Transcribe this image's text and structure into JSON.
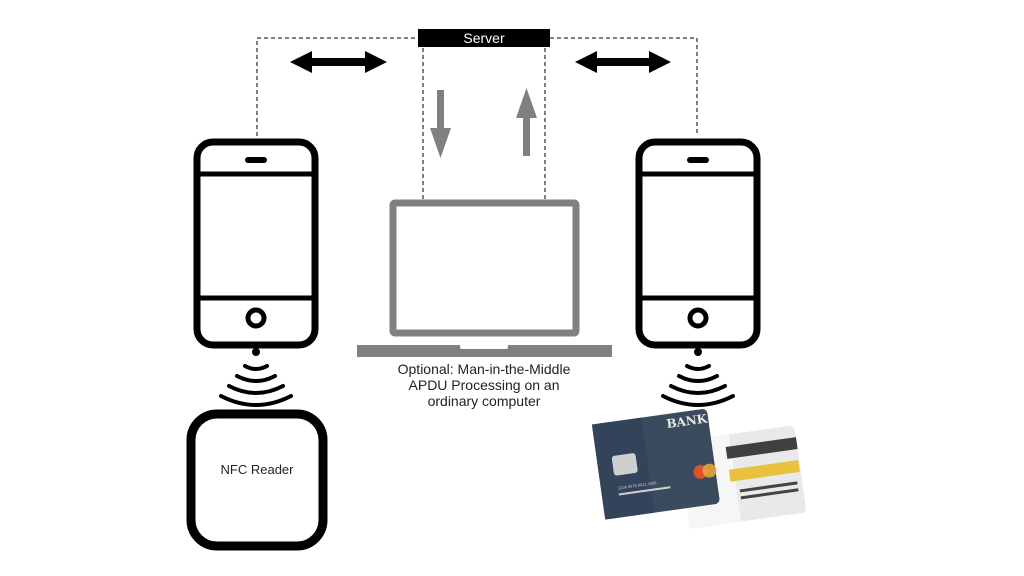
{
  "server": {
    "label": "Server"
  },
  "nfc_reader": {
    "label": "NFC Reader"
  },
  "laptop": {
    "caption_lines": [
      "Optional: Man-in-the-Middle",
      "APDU Processing on an",
      "ordinary computer"
    ]
  },
  "card": {
    "bank_text": "BANK",
    "number_text": "1234 5678 9012 3456"
  },
  "colors": {
    "black": "#000000",
    "gray": "#808080",
    "card_blue": "#3a4b5e",
    "mastercard_red": "#d9542b",
    "mastercard_yellow": "#e8a43c",
    "stripe_yellow": "#e8c23c",
    "chip": "#cfcfcf"
  }
}
